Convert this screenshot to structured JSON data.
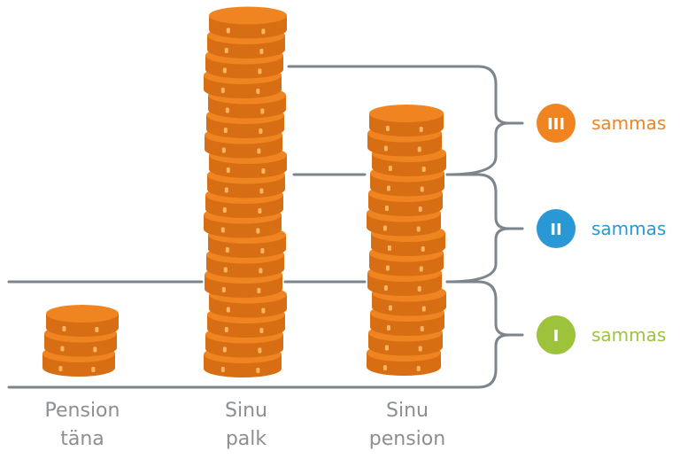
{
  "colors": {
    "coin_fill": "#ef8421",
    "coin_shade": "#d86e13",
    "coin_highlight": "#ffb561",
    "line": "#7d858c",
    "label": "#8a8f94",
    "pillar_3": "#ef8421",
    "pillar_2": "#2a98d4",
    "pillar_1": "#9dc33d"
  },
  "stacks": [
    {
      "id": "pension-tana",
      "label_lines": [
        "Pension",
        "täna"
      ],
      "coins": 3
    },
    {
      "id": "sinu-palk",
      "label_lines": [
        "Sinu",
        "palk"
      ],
      "coins": 18
    },
    {
      "id": "sinu-pension",
      "label_lines": [
        "Sinu",
        "pension"
      ],
      "coins": 13
    }
  ],
  "pillars": [
    {
      "id": "pillar-3",
      "numeral": "III",
      "label": "sammas",
      "color_key": "pillar_3"
    },
    {
      "id": "pillar-2",
      "numeral": "II",
      "label": "sammas",
      "color_key": "pillar_2"
    },
    {
      "id": "pillar-1",
      "numeral": "I",
      "label": "sammas",
      "color_key": "pillar_1"
    }
  ]
}
